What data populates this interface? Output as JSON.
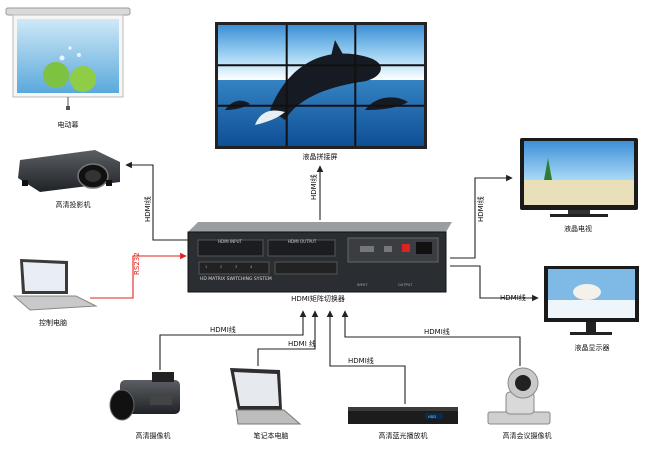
{
  "devices": {
    "screen": "电动幕",
    "projector": "高清投影机",
    "pc": "控制电脑",
    "videowall": "液晶拼接屏",
    "tv": "液晶电视",
    "monitor": "液晶显示器",
    "camcorder": "高清摄像机",
    "laptop": "笔记本电脑",
    "bluray": "高清蓝光播放机",
    "conf_cam": "高清会议摄像机"
  },
  "matrix": {
    "name": "HDMI矩阵切换器",
    "panel_text": "HD MATRIX SWITCHING SYSTEM",
    "hdmi_in": "HDMI INPUT",
    "hdmi_out": "HDMI OUTPUT",
    "input_label": "INPUT",
    "output_label": "OUTPUT",
    "port_numbers": [
      "1",
      "2",
      "3",
      "4"
    ]
  },
  "cables": {
    "hdmi": "HDMI线",
    "hdmi_alt": "HDMI 线",
    "rs232": "RS232"
  },
  "bluray_logo": "HDD",
  "colors": {
    "cable": "#222222",
    "rs232": "#e0231c",
    "device_body": "#2b2b2b",
    "sea": "#1b6fb3"
  }
}
